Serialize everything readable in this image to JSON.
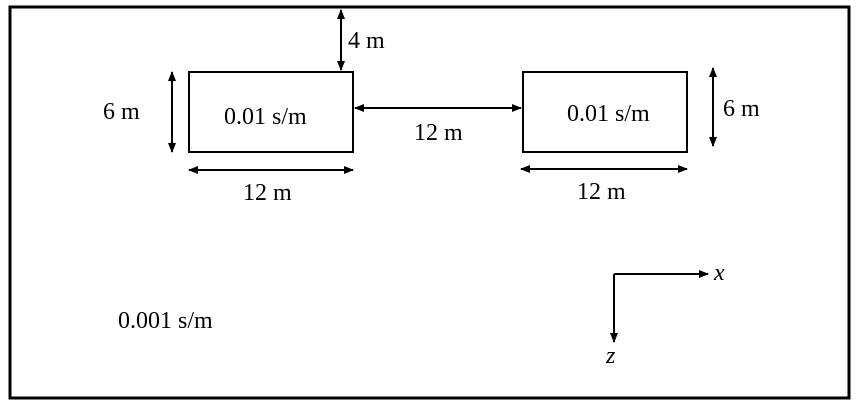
{
  "background": {
    "conductivity_label": "0.001 s/m"
  },
  "blocks": [
    {
      "conductivity_label": "0.01 s/m",
      "width_label": "12 m",
      "height_label": "6 m"
    },
    {
      "conductivity_label": "0.01 s/m",
      "width_label": "12 m",
      "height_label": "6 m"
    }
  ],
  "dimensions": {
    "depth_label": "4 m",
    "separation_label": "12 m"
  },
  "axes": {
    "x_label": "x",
    "z_label": "z"
  }
}
